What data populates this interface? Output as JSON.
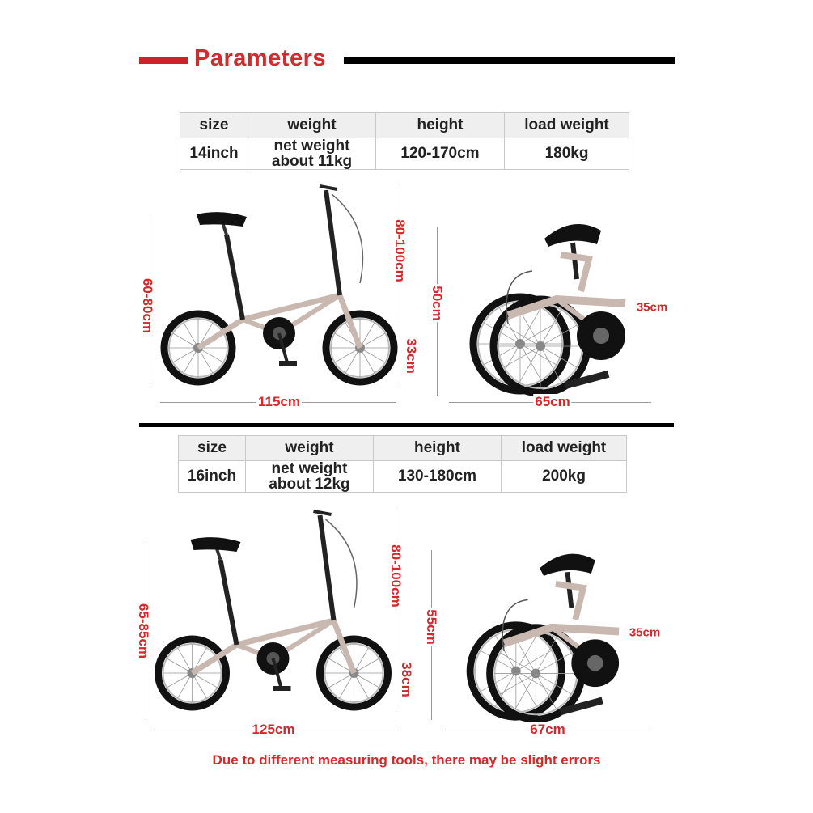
{
  "header": {
    "title": "Parameters"
  },
  "table_headers": [
    "size",
    "weight",
    "height",
    "load weight"
  ],
  "models": [
    {
      "size": "14inch",
      "weight_line1": "net weight",
      "weight_line2": "about 11kg",
      "height": "120-170cm",
      "load_weight": "180kg",
      "dims": {
        "seat_height": "60-80cm",
        "length": "115cm",
        "handlebar_height": "80-100cm",
        "wheel": "33cm",
        "folded_height": "50cm",
        "folded_length": "65cm",
        "folded_width": "35cm"
      }
    },
    {
      "size": "16inch",
      "weight_line1": "net weight",
      "weight_line2": "about 12kg",
      "height": "130-180cm",
      "load_weight": "200kg",
      "dims": {
        "seat_height": "65-85cm",
        "length": "125cm",
        "handlebar_height": "80-100cm",
        "wheel": "38cm",
        "folded_height": "55cm",
        "folded_length": "67cm",
        "folded_width": "35cm"
      }
    }
  ],
  "footer_note": "Due to different measuring tools, there may be slight errors",
  "colors": {
    "accent_red": "#d4282c",
    "frame": "#c9b8b0"
  }
}
